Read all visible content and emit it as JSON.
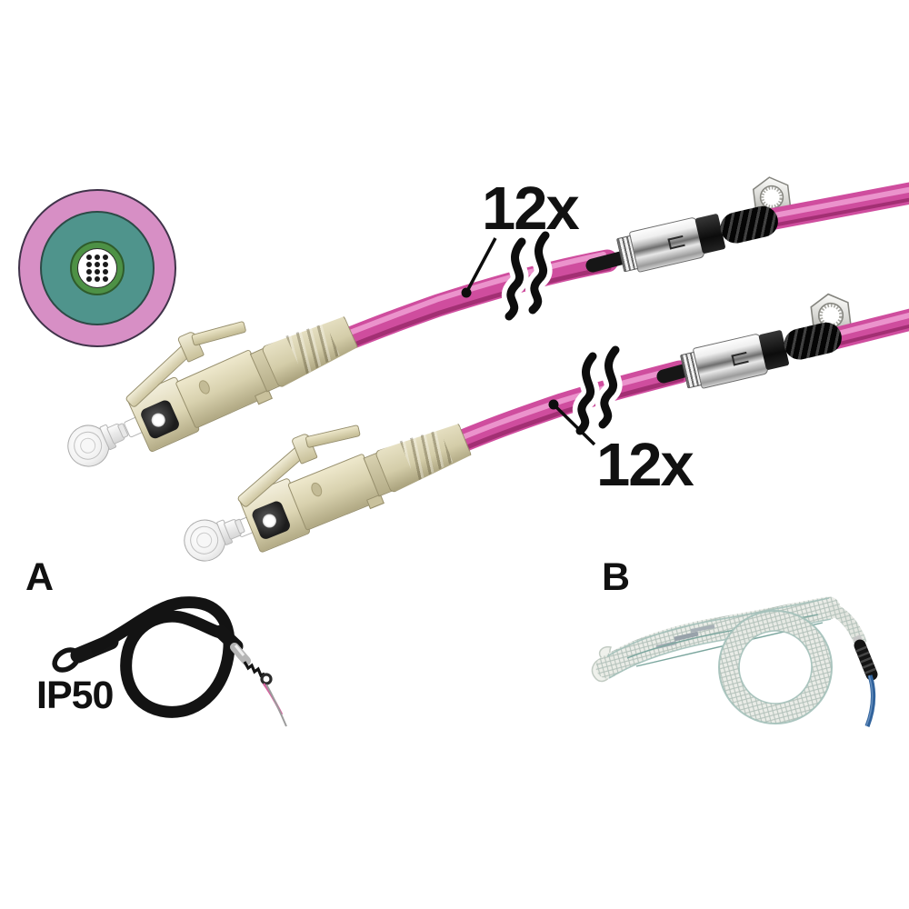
{
  "labels": {
    "quantity_top": "12x",
    "quantity_bottom": "12x",
    "variant_a": "A",
    "variant_b": "B",
    "protection_rating": "IP50"
  },
  "cross_section": {
    "fiber_count": 12,
    "fiber_columns": 3,
    "fiber_rows": 4,
    "outer_jacket_color": "#d78fc5",
    "strength_layer_color": "#4f948c",
    "inner_tube_color": "#4d9145",
    "core_color": "#ffffff",
    "fiber_color": "#1a1a1a"
  },
  "colors": {
    "bg": "#ffffff",
    "ink": "#111111",
    "cable": "#cf4d9e",
    "cable-light": "#f0a0d4",
    "cable-dark": "#8e2261",
    "beige": "#ddd6b4",
    "beige-light": "#f2eedb",
    "beige-dark": "#b3ab86",
    "beige-border": "#978f6c",
    "black-part": "#161616",
    "xouter": "#d78fc5",
    "xteal": "#4f948c",
    "xgreen": "#4d9145",
    "fiber": "#1a1a1a",
    "mesh": "#e9ebe6",
    "mesh-edge": "#a3c0b9",
    "blue-cable": "#31639c",
    "pink-wire": "#d4639f"
  }
}
